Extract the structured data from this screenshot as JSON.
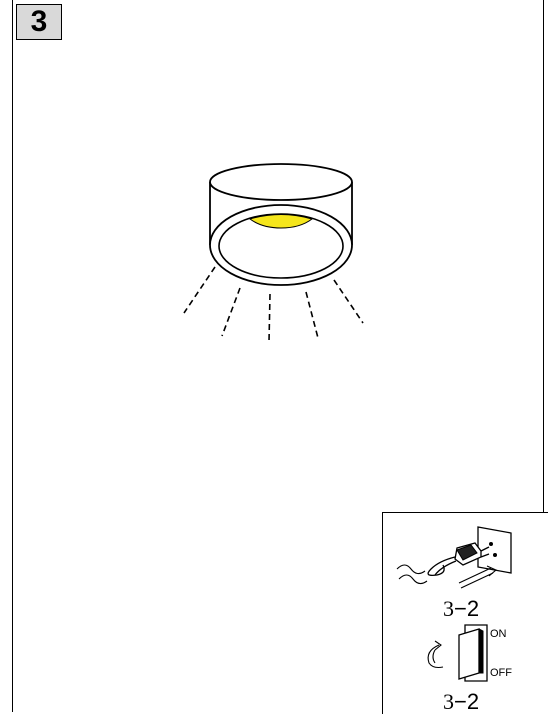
{
  "step": {
    "number": "3"
  },
  "inset": {
    "plug_step": {
      "main": "3",
      "separator": "−",
      "sub": "2"
    },
    "switch_step": {
      "main": "3",
      "separator": "−",
      "sub": "2"
    },
    "switch_on_label": "ON",
    "switch_off_label": "OFF"
  },
  "colors": {
    "led": "#f5e61c",
    "badge_background": "#d9d9d9",
    "line": "#000000"
  },
  "icons": {
    "main": "ceiling-downlight-icon",
    "plug": "power-plug-icon",
    "switch": "rocker-switch-icon"
  }
}
